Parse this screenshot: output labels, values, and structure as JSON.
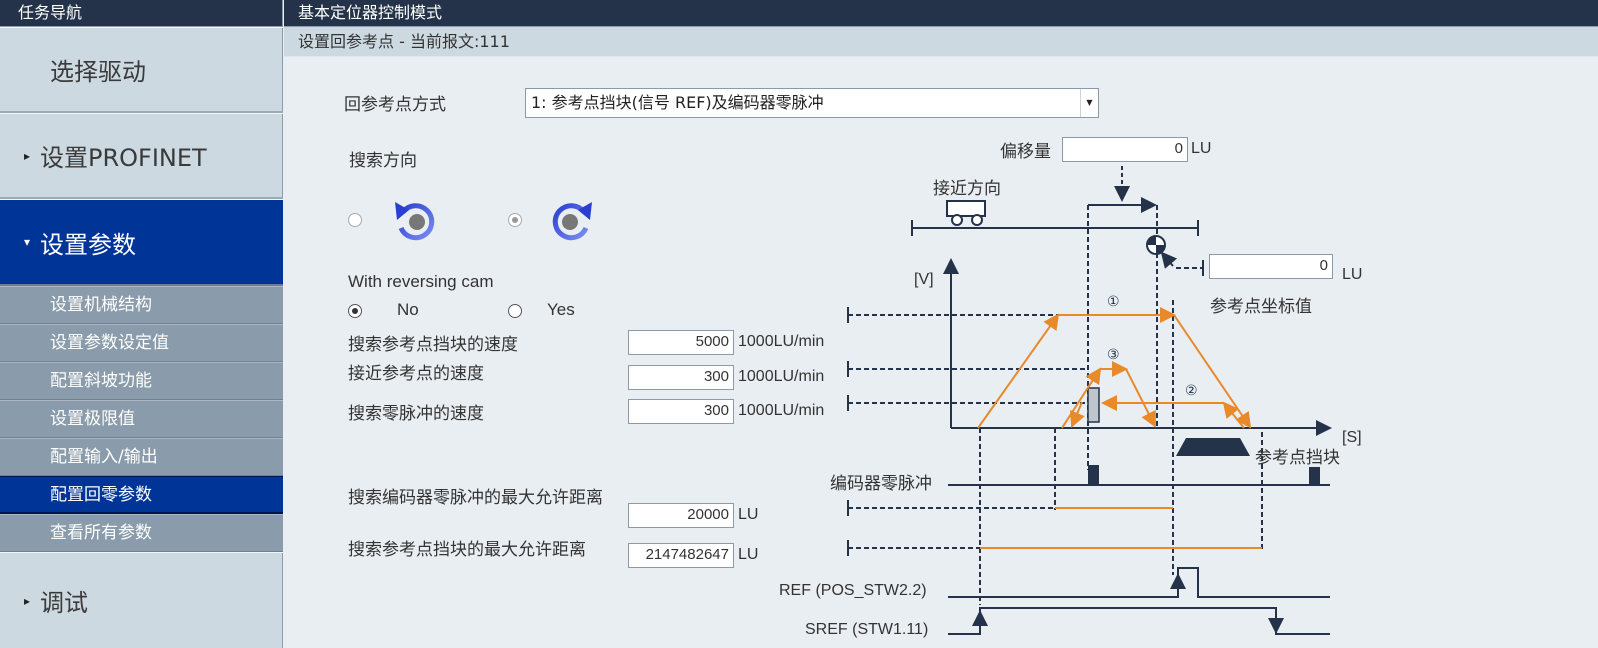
{
  "sidebar": {
    "header": "任务导航",
    "items": [
      {
        "label": "选择驱动",
        "arrow": ""
      },
      {
        "label": "设置PROFINET",
        "arrow": "▸"
      },
      {
        "label": "设置参数",
        "arrow": "▾"
      },
      {
        "label": "调试",
        "arrow": "▸"
      }
    ],
    "sub_items": [
      {
        "label": "设置机械结构"
      },
      {
        "label": "设置参数设定值"
      },
      {
        "label": "配置斜坡功能"
      },
      {
        "label": "设置极限值"
      },
      {
        "label": "配置输入/输出"
      },
      {
        "label": "配置回零参数"
      },
      {
        "label": "查看所有参数"
      }
    ],
    "active_item": "设置参数",
    "active_sub_item": "配置回零参数"
  },
  "main": {
    "header": "基本定位器控制模式",
    "subheader": "设置回参考点 - 当前报文:111",
    "homing_mode": {
      "label": "回参考点方式",
      "value": "1: 参考点挡块(信号 REF)及编码器零脉冲"
    },
    "search_direction": {
      "label": "搜索方向",
      "options": [
        {
          "icon": "rotate-ccw-icon",
          "selected": false
        },
        {
          "icon": "rotate-cw-icon",
          "selected": true
        }
      ]
    },
    "reversing_cam": {
      "label": "With reversing cam",
      "options": [
        {
          "label": "No",
          "selected": true
        },
        {
          "label": "Yes",
          "selected": false
        }
      ]
    },
    "speeds": [
      {
        "label": "搜索参考点挡块的速度",
        "value": "5000",
        "unit": "1000LU/min"
      },
      {
        "label": "接近参考点的速度",
        "value": "300",
        "unit": "1000LU/min"
      },
      {
        "label": "搜索零脉冲的速度",
        "value": "300",
        "unit": "1000LU/min"
      }
    ],
    "distances": [
      {
        "label": "搜索编码器零脉冲的最大允许距离",
        "value": "20000",
        "unit": "LU"
      },
      {
        "label": "搜索参考点挡块的最大允许距离",
        "value": "2147482647",
        "unit": "LU"
      }
    ]
  },
  "diagram": {
    "offset": {
      "label": "偏移量",
      "value": "0",
      "unit": "LU"
    },
    "approach_direction": "接近方向",
    "ref_coordinate": {
      "label": "参考点坐标值",
      "value": "0",
      "unit": "LU"
    },
    "axis_v": "[V]",
    "axis_s": "[S]",
    "ref_cam_label": "参考点挡块",
    "encoder_zero_label": "编码器零脉冲",
    "phase_labels": [
      "①",
      "②",
      "③"
    ],
    "signal_ref": "REF (POS_STW2.2)",
    "signal_sref": "SREF (STW1.11)",
    "colors": {
      "profile": "#e8892a",
      "line": "#243349"
    }
  }
}
